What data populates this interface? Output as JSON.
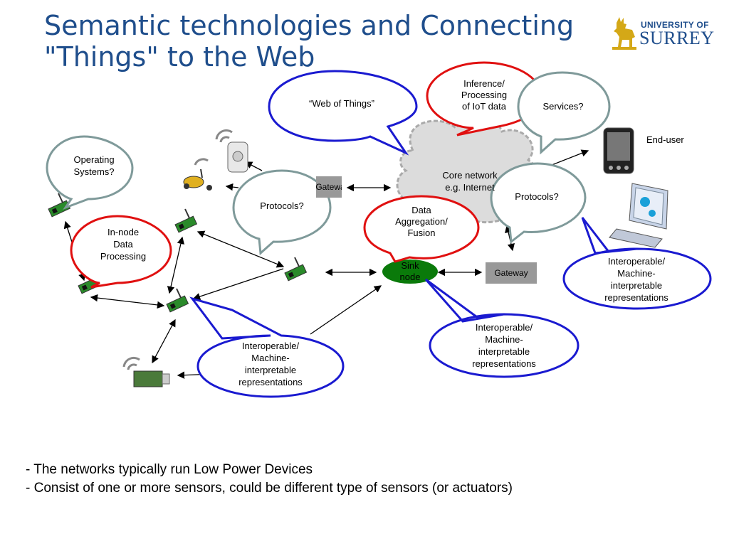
{
  "title": {
    "line1": "Semantic technologies and Connecting",
    "line2": "\"Things\" to the Web"
  },
  "logo": {
    "line1": "UNIVERSITY OF",
    "line2": "SURREY"
  },
  "callouts": {
    "web_of_things": "“Web of Things”",
    "inference": [
      "Inference/",
      "Processing",
      "of IoT data"
    ],
    "services": "Services?",
    "operating_systems": [
      "Operating",
      "Systems?"
    ],
    "protocols_left": "Protocols?",
    "protocols_right": "Protocols?",
    "in_node": [
      "In-node",
      "Data",
      "Processing"
    ],
    "aggregation": [
      "Data",
      "Aggregation/",
      "Fusion"
    ],
    "interop_left": [
      "Interoperable/",
      "Machine-",
      "interpretable",
      "representations"
    ],
    "interop_mid": [
      "Interoperable/",
      "Machine-",
      "interpretable",
      "representations"
    ],
    "interop_right": [
      "Interoperable/",
      "Machine-",
      "interpretable",
      "representations"
    ]
  },
  "nodes": {
    "core_network": [
      "Core network",
      "e.g. Internet"
    ],
    "sink": [
      "Sink",
      "node"
    ],
    "gateway_top": "Gateway",
    "gateway_right": "Gateway",
    "end_user": "End-user"
  },
  "bullets": [
    "- The networks typically run Low Power Devices",
    "- Consist of one or more sensors, could be different type of sensors (or actuators)"
  ],
  "colors": {
    "title": "#1f4e8c",
    "blue_outline": "#1a1ad0",
    "red_outline": "#e01010",
    "gray_outline": "#7f9a9a",
    "sink": "#0a7a0a",
    "gateway": "#999999"
  }
}
